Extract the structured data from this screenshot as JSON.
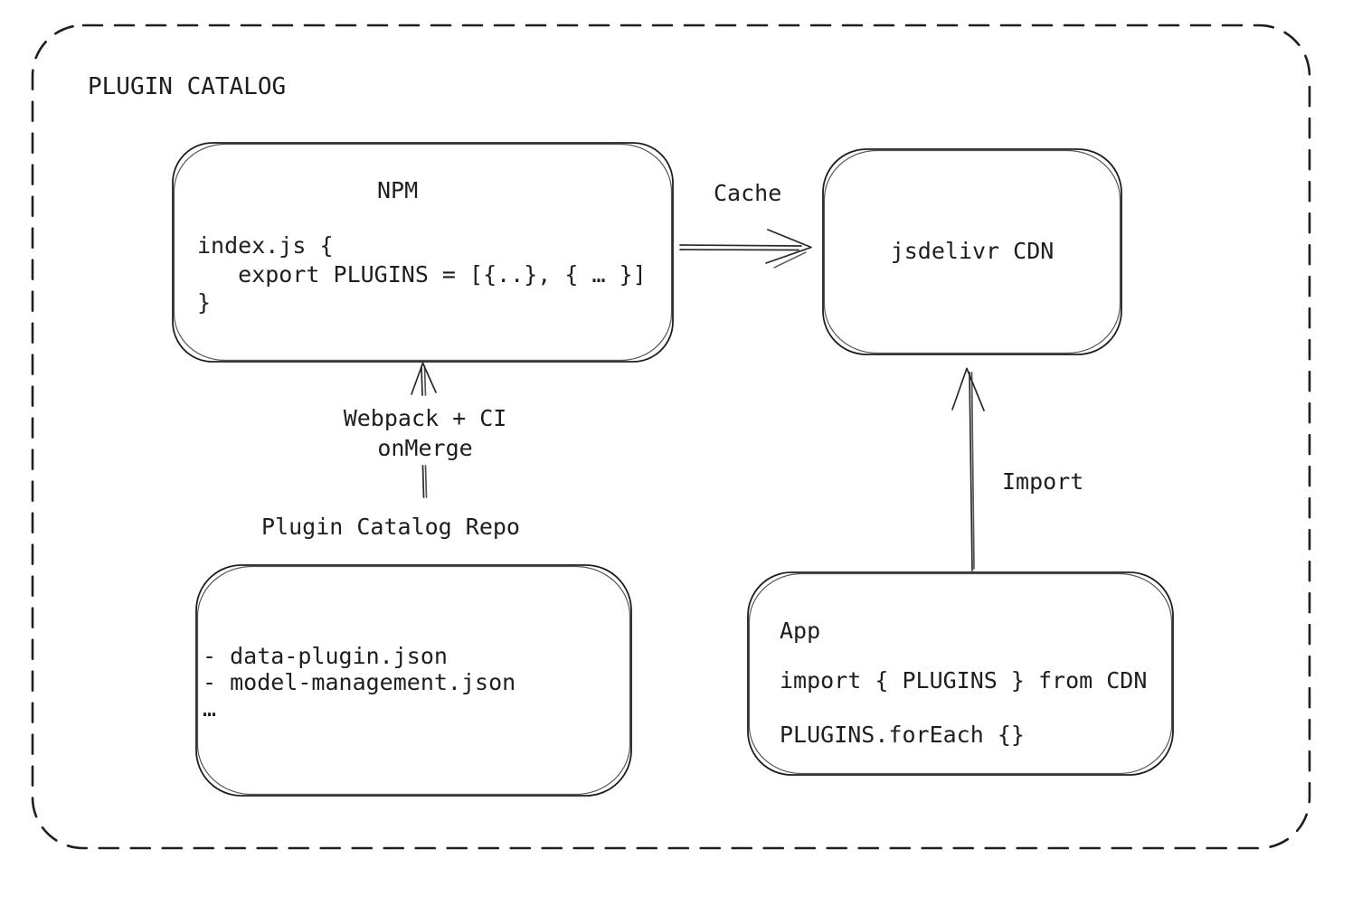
{
  "colors": {
    "ink": "#1e1e1e",
    "background": "#ffffff"
  },
  "diagram": {
    "title": "PLUGIN CATALOG",
    "npm": {
      "title": "NPM",
      "code": "index.js {\n   export PLUGINS = [{..}, { … }]\n}"
    },
    "cdn": {
      "label": "jsdelivr CDN"
    },
    "repo": {
      "label": "Plugin Catalog Repo",
      "files": "- data-plugin.json\n- model-management.json\n…"
    },
    "app": {
      "title": "App",
      "import_line": "import { PLUGINS } from CDN",
      "foreach_line": "PLUGINS.forEach {}"
    },
    "edges": {
      "cache_label": "Cache",
      "build_label": "Webpack + CI\nonMerge",
      "import_label": "Import"
    }
  }
}
